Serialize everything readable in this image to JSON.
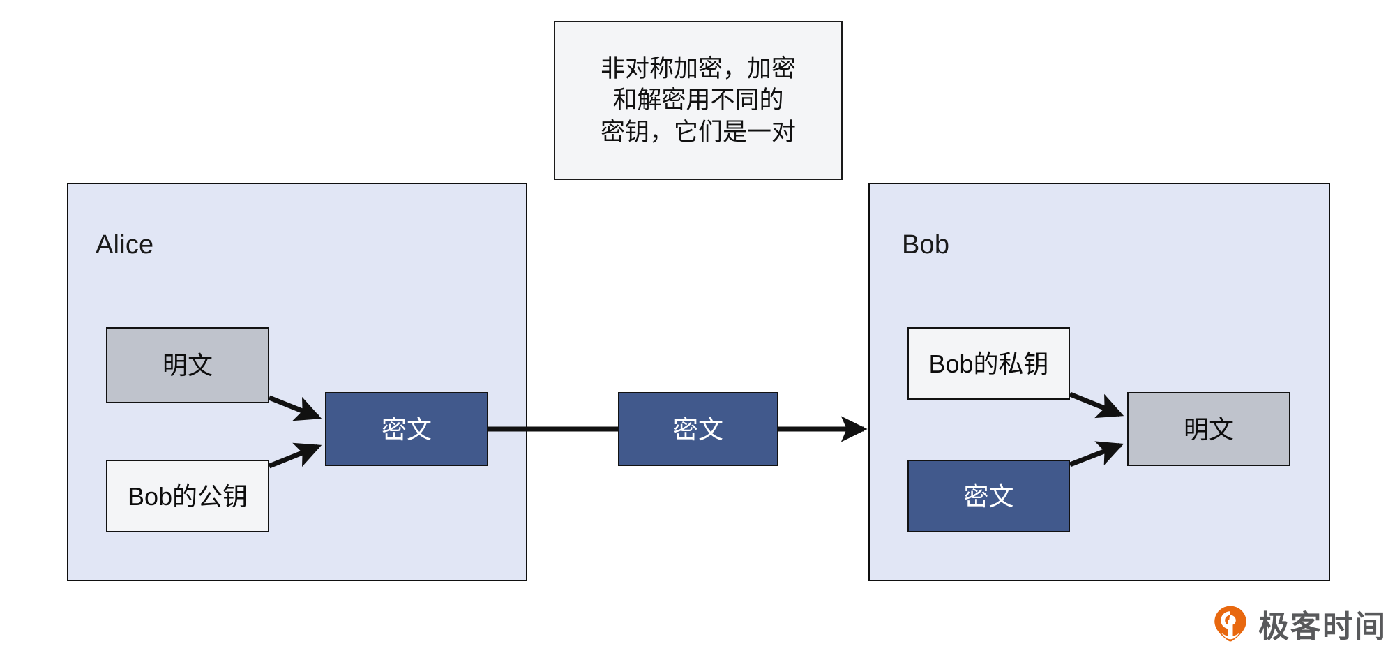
{
  "diagram": {
    "title_note": "非对称加密，加密\n和解密用不同的\n密钥，它们是一对",
    "colors": {
      "panel_fill": "#E1E6F5",
      "cipher_fill": "#41598C",
      "plaintext_fill": "#BFC3CC",
      "key_fill": "#F4F5F7",
      "note_fill": "#F4F5F7",
      "stroke": "#121212",
      "logo_orange": "#E8680F",
      "logo_gray": "#58595B"
    },
    "left_panel": {
      "label": "Alice",
      "plaintext_label": "明文",
      "key_label": "Bob的公钥",
      "cipher_label": "密文"
    },
    "transfer": {
      "cipher_label": "密文"
    },
    "right_panel": {
      "label": "Bob",
      "key_label": "Bob的私钥",
      "cipher_label": "密文",
      "plaintext_label": "明文"
    },
    "logo": {
      "text": "极客时间",
      "mark_name": "geektime-pin-icon"
    }
  }
}
